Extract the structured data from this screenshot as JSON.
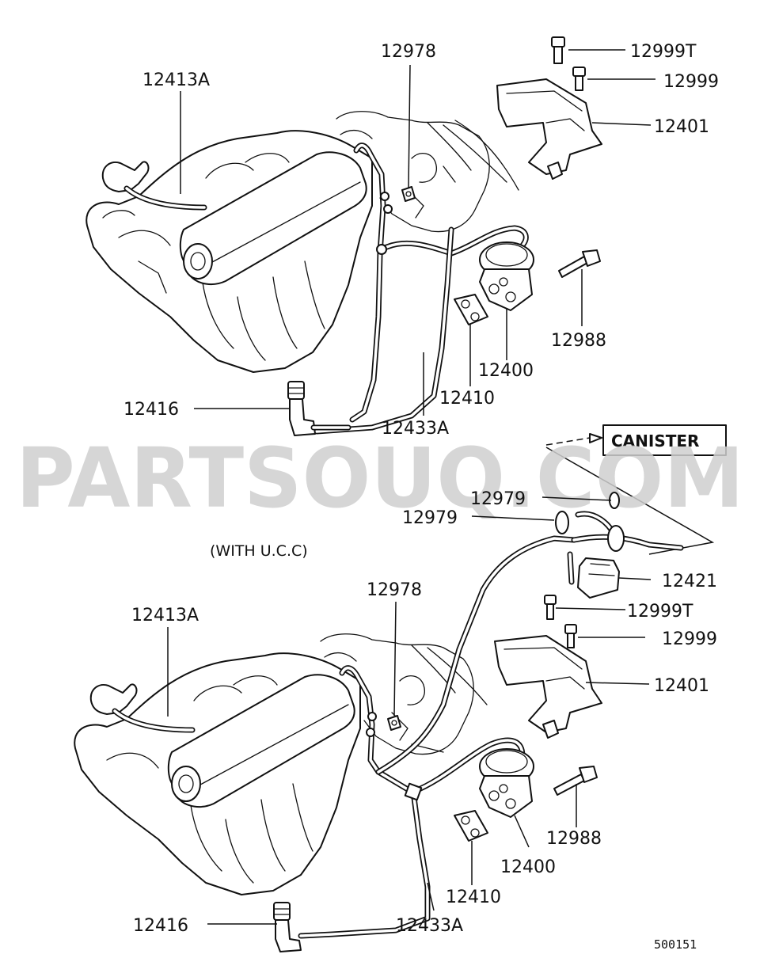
{
  "watermark": "PARTSOUQ.COM",
  "drawing_id": "500151",
  "variant_label": "(WITH  U.C.C)",
  "canister_label": "CANISTER",
  "top_parts": {
    "p12413A": "12413A",
    "p12978": "12978",
    "p12999T": "12999T",
    "p12999": "12999",
    "p12401": "12401",
    "p12988": "12988",
    "p12400": "12400",
    "p12410": "12410",
    "p12416": "12416",
    "p12433A": "12433A"
  },
  "bottom_parts": {
    "p12979a": "12979",
    "p12979b": "12979",
    "p12421": "12421",
    "p12999T": "12999T",
    "p12999": "12999",
    "p12401": "12401",
    "p12413A": "12413A",
    "p12978": "12978",
    "p12988": "12988",
    "p12400": "12400",
    "p12410": "12410",
    "p12416": "12416",
    "p12433A": "12433A"
  }
}
